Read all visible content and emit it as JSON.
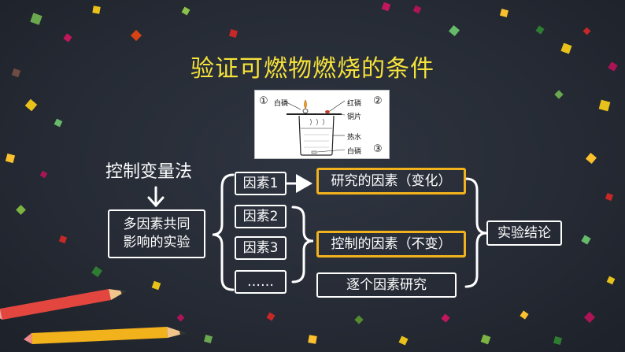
{
  "title": "验证可燃物燃烧的条件",
  "figure": {
    "labels": {
      "white_phosphorus_top": "白磷",
      "red_phosphorus": "红磷",
      "copper_sheet": "铜片",
      "hot_water": "热水",
      "white_phosphorus_bottom": "白磷"
    },
    "markers": [
      "①",
      "②",
      "③"
    ]
  },
  "method": {
    "label": "控制变量法",
    "multi_factor_line1": "多因素共同",
    "multi_factor_line2": "影响的实验"
  },
  "factors": [
    "因素1",
    "因素2",
    "因素3",
    "……"
  ],
  "results": {
    "studied": "研究的因素（变化）",
    "controlled": "控制的因素（不变）",
    "one_by_one": "逐个因素研究"
  },
  "conclusion": "实验结论",
  "colors": {
    "background": "#262b35",
    "title": "#f5e23a",
    "highlight_border": "#f2b21c",
    "line": "#ffffff"
  }
}
